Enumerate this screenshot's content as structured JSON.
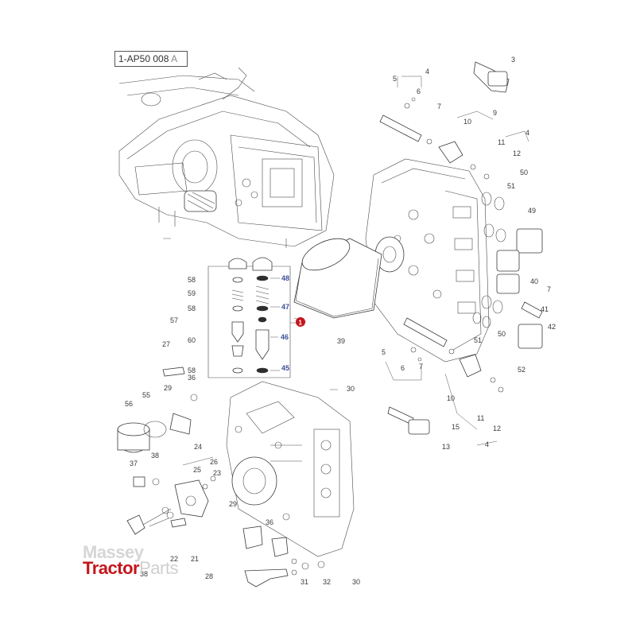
{
  "diagram": {
    "reference": {
      "code": "1-AP50 008",
      "revision": "A"
    },
    "highlight_marker": "1",
    "callouts": [
      {
        "id": "c3",
        "text": "3"
      },
      {
        "id": "c4a",
        "text": "4"
      },
      {
        "id": "c5a",
        "text": "5"
      },
      {
        "id": "c6a",
        "text": "6"
      },
      {
        "id": "c7a",
        "text": "7"
      },
      {
        "id": "c9",
        "text": "9"
      },
      {
        "id": "c10a",
        "text": "10"
      },
      {
        "id": "c4b",
        "text": "4"
      },
      {
        "id": "c11a",
        "text": "11"
      },
      {
        "id": "c12a",
        "text": "12"
      },
      {
        "id": "c50a",
        "text": "50"
      },
      {
        "id": "c51a",
        "text": "51"
      },
      {
        "id": "c49",
        "text": "49"
      },
      {
        "id": "c40",
        "text": "40"
      },
      {
        "id": "c7b",
        "text": "7"
      },
      {
        "id": "c41",
        "text": "41"
      },
      {
        "id": "c42",
        "text": "42"
      },
      {
        "id": "c51b",
        "text": "51"
      },
      {
        "id": "c50b",
        "text": "50"
      },
      {
        "id": "c52",
        "text": "52"
      },
      {
        "id": "c39",
        "text": "39"
      },
      {
        "id": "c5b",
        "text": "5"
      },
      {
        "id": "c6b",
        "text": "6"
      },
      {
        "id": "c7c",
        "text": "7"
      },
      {
        "id": "c10b",
        "text": "10"
      },
      {
        "id": "c15",
        "text": "15"
      },
      {
        "id": "c11b",
        "text": "11"
      },
      {
        "id": "c12b",
        "text": "12"
      },
      {
        "id": "c13",
        "text": "13"
      },
      {
        "id": "c4c",
        "text": "4"
      },
      {
        "id": "c58a",
        "text": "58"
      },
      {
        "id": "c59",
        "text": "59"
      },
      {
        "id": "c58b",
        "text": "58"
      },
      {
        "id": "c57",
        "text": "57"
      },
      {
        "id": "c60",
        "text": "60"
      },
      {
        "id": "c58c",
        "text": "58"
      },
      {
        "id": "c48",
        "text": "48"
      },
      {
        "id": "c47",
        "text": "47"
      },
      {
        "id": "c46",
        "text": "46"
      },
      {
        "id": "c45",
        "text": "45"
      },
      {
        "id": "c27",
        "text": "27"
      },
      {
        "id": "c56",
        "text": "56"
      },
      {
        "id": "c55",
        "text": "55"
      },
      {
        "id": "c29a",
        "text": "29"
      },
      {
        "id": "c36a",
        "text": "36"
      },
      {
        "id": "c30a",
        "text": "30"
      },
      {
        "id": "c24",
        "text": "24"
      },
      {
        "id": "c37",
        "text": "37"
      },
      {
        "id": "c38a",
        "text": "38"
      },
      {
        "id": "c25",
        "text": "25"
      },
      {
        "id": "c26",
        "text": "26"
      },
      {
        "id": "c23",
        "text": "23"
      },
      {
        "id": "c29b",
        "text": "29"
      },
      {
        "id": "c36b",
        "text": "36"
      },
      {
        "id": "c22",
        "text": "22"
      },
      {
        "id": "c21",
        "text": "21"
      },
      {
        "id": "c38b",
        "text": "38"
      },
      {
        "id": "c28",
        "text": "28"
      },
      {
        "id": "c31",
        "text": "31"
      },
      {
        "id": "c32",
        "text": "32"
      },
      {
        "id": "c30b",
        "text": "30"
      }
    ]
  },
  "logo": {
    "line1": "Massey",
    "line2a": "Tractor",
    "line2b": "Parts"
  },
  "colors": {
    "accent_red": "#c4161c",
    "callout_blue": "#3c4f9a",
    "line": "#3a3a3a"
  }
}
